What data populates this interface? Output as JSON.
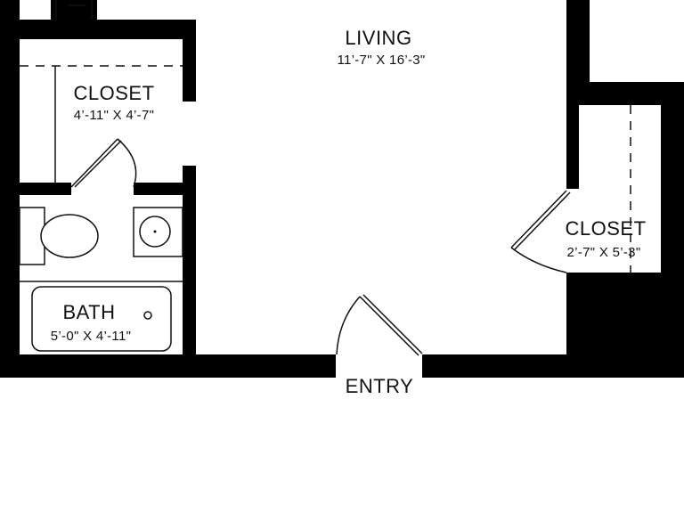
{
  "floor_plan": {
    "rooms": {
      "living": {
        "name": "LIVING",
        "dimensions": "11’-7\" X 16’-3\""
      },
      "closet_left": {
        "name": "CLOSET",
        "dimensions": "4’-11\" X 4’-7\""
      },
      "closet_right": {
        "name": "CLOSET",
        "dimensions": "2’-7\" X 5’-3\""
      },
      "bath": {
        "name": "BATH",
        "dimensions": "5’-0\" X 4’-11\""
      }
    },
    "entry_label": "ENTRY",
    "colors": {
      "wall": "#000000",
      "background": "#ffffff",
      "ink": "#111111"
    }
  }
}
